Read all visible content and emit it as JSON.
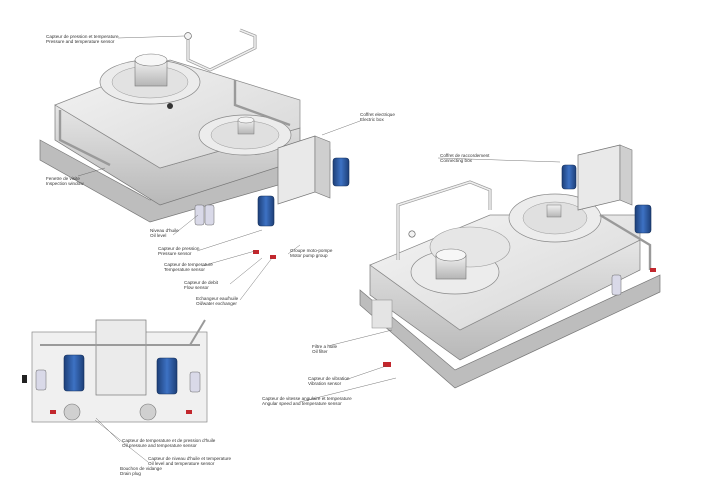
{
  "colors": {
    "frame": "#c9c9c9",
    "frame_dark": "#8f8f8f",
    "motor_blue": "#2f5fa8",
    "motor_blue_dark": "#1d3f78",
    "valve_red": "#c2272d",
    "pipe": "#dcdcdc",
    "leader": "#555555"
  },
  "callouts": {
    "c1": {
      "line1": "Capteur de pression et temperature",
      "line2": "Pressure and temperature sensor"
    },
    "c2": {
      "line1": "Coffret electrique",
      "line2": "Electric box"
    },
    "c3": {
      "line1": "Fenetre de visite",
      "line2": "Inspection window"
    },
    "c4": {
      "line1": "Niveau d'huile",
      "line2": "Oil level"
    },
    "c5": {
      "line1": "Capteur de pression",
      "line2": "Pressure sensor"
    },
    "c6": {
      "line1": "Capteur de temperature",
      "line2": "Temperature sensor"
    },
    "c7": {
      "line1": "Groupe moto-pompe",
      "line2": "Motor pump group"
    },
    "c8": {
      "line1": "Capteur de debit",
      "line2": "Flow sensor"
    },
    "c9": {
      "line1": "Echangeur eau/huile",
      "line2": "Oil/water exchanger"
    },
    "c10": {
      "line1": "Coffret de raccordement",
      "line2": "Connecting box"
    },
    "c11": {
      "line1": "Filtre a huile",
      "line2": "Oil filter"
    },
    "c12": {
      "line1": "Capteur de vibration",
      "line2": "Vibration sensor"
    },
    "c13": {
      "line1": "Capteur de vitesse angulaire et temperature",
      "line2": "Angular speed and temperature sensor"
    },
    "c14": {
      "line1": "Capteur de temperature et de pression d'huile",
      "line2": "Oil pressure and temperature sensor"
    },
    "c15": {
      "line1": "Capteur de niveau d'huile et temperature",
      "line2": "Oil level and temperature sensor"
    },
    "c16": {
      "line1": "Bouchon de vidange",
      "line2": "Drain plug"
    }
  }
}
